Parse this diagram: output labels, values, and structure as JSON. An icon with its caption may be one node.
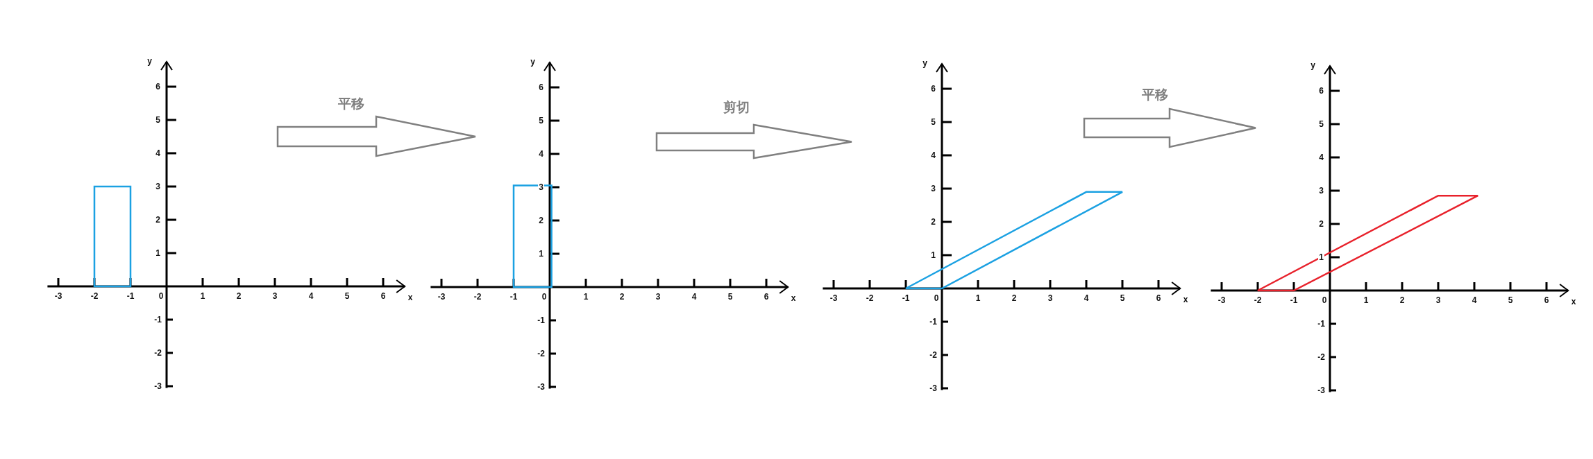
{
  "diagram": {
    "nodes": [
      {
        "text": [
          "y",
          "6",
          "5",
          "4",
          "3",
          "2",
          "1",
          "-3",
          "-2",
          "-1",
          "0",
          "1",
          "2",
          "3",
          "4",
          "5",
          "6",
          "x",
          "-1",
          "-2",
          "-3"
        ]
      },
      {
        "text": [
          "y",
          "6",
          "5",
          "4",
          "3",
          "2",
          "1",
          "-3",
          "-2",
          "-1",
          "0",
          "1",
          "2",
          "3",
          "4",
          "5",
          "6",
          "x",
          "-1",
          "-2",
          "-3"
        ]
      },
      {
        "text": [
          "y",
          "6",
          "5",
          "4",
          "3",
          "2",
          "1",
          "-3",
          "-2",
          "-1",
          "0",
          "1",
          "2",
          "3",
          "4",
          "5",
          "6",
          "x",
          "-1",
          "-2",
          "-3"
        ]
      },
      {
        "text": [
          "y",
          "6",
          "5",
          "4",
          "3",
          "2",
          "1",
          "-3",
          "-2",
          "-1",
          "0",
          "1",
          "2",
          "3",
          "4",
          "5",
          "6",
          "x",
          "-1",
          "-2",
          "-3"
        ]
      }
    ],
    "edges": [
      {
        "from": 0,
        "to": 1,
        "arrow": "to",
        "label": "平移"
      },
      {
        "from": 1,
        "to": 2,
        "arrow": "to",
        "label": "剪切"
      },
      {
        "from": 2,
        "to": 3,
        "arrow": "to",
        "label": "平移"
      }
    ]
  }
}
